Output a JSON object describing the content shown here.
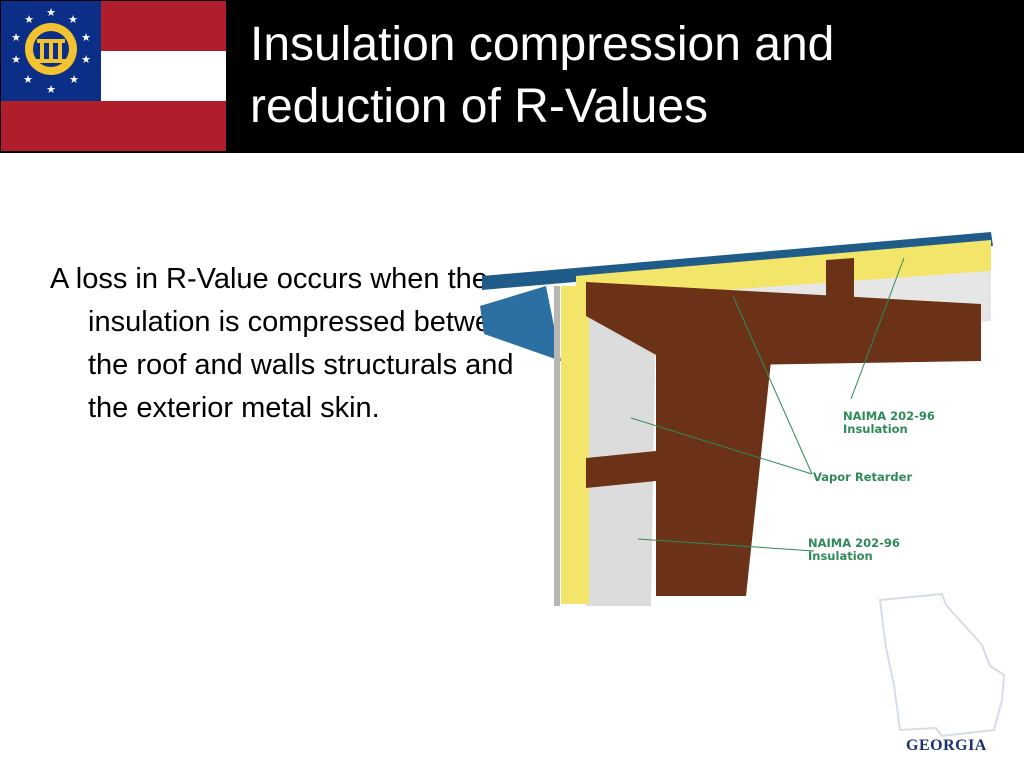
{
  "slide": {
    "title": "Insulation compression and\nreduction of R-Values",
    "body": "A loss in R-Value occurs when the insulation is compressed between the roof and walls structurals and the exterior metal skin."
  },
  "diagram": {
    "callouts": {
      "insulation_top": "NAIMA 202-96\nInsulation",
      "vapor_retarder": "Vapor Retarder",
      "insulation_bottom": "NAIMA 202-96\nInsulation"
    }
  },
  "footer": {
    "state_label": "GEORGIA"
  },
  "colors": {
    "header_bg": "#000000",
    "flag_blue": "#0b2f87",
    "flag_red": "#b01d2b",
    "insulation_yellow": "#f3e56a",
    "steel_brown": "#6b3218",
    "roof_blue": "#1f5c8a",
    "callout_green": "#2e8b57",
    "state_label": "#1a2f6b"
  }
}
